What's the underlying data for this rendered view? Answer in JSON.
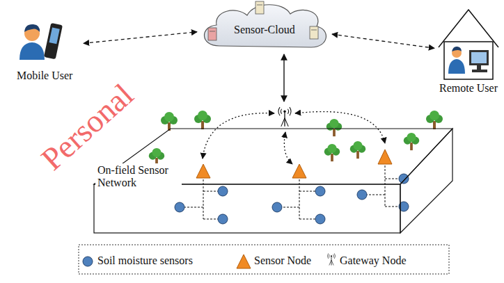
{
  "diagram": {
    "nodes": [
      {
        "text": [
          "Sensor-Cloud"
        ]
      },
      {
        "text": [
          "Mobile User"
        ]
      },
      {
        "text": [
          "Remote User"
        ]
      },
      {
        "text": [
          "On-field Sensor Network"
        ]
      }
    ],
    "edges": [
      {
        "from": 1,
        "to": 0,
        "arrow": "both"
      },
      {
        "from": 0,
        "to": 2,
        "arrow": "both"
      }
    ],
    "labels": [
      "Personal"
    ],
    "legend": [
      {
        "text": "Soil moisture sensors"
      },
      {
        "text": "Sensor Node"
      },
      {
        "text": "Gateway Node"
      }
    ]
  }
}
